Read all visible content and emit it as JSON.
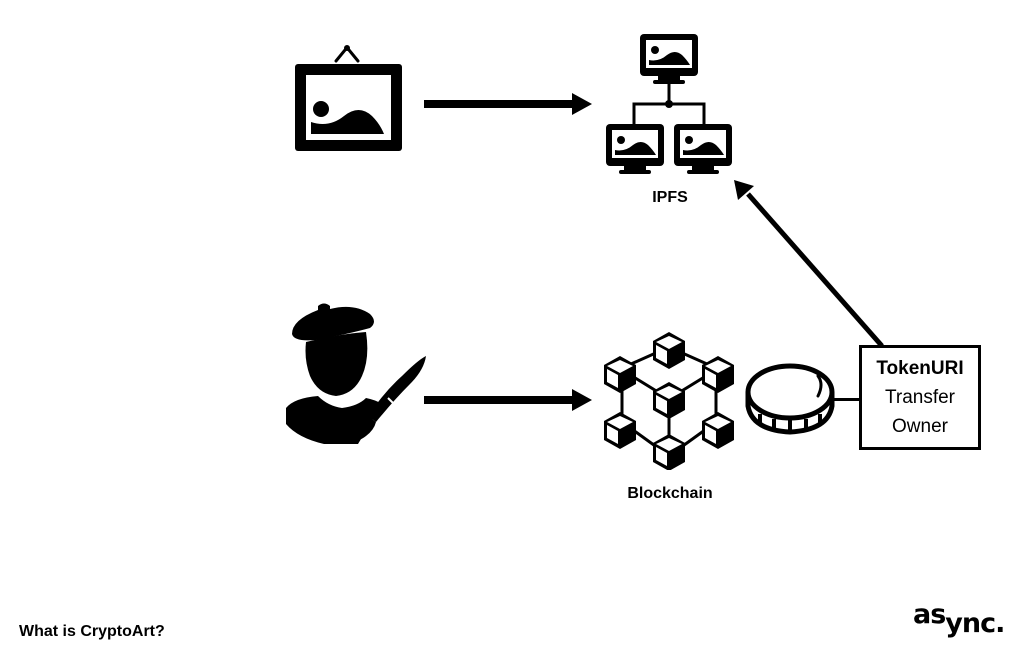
{
  "diagram": {
    "title": "What is CryptoArt?",
    "brand": {
      "part1": "as",
      "part2": "ync."
    },
    "nodes": {
      "artwork": {
        "icon": "framed-picture-icon"
      },
      "ipfs": {
        "label": "IPFS",
        "icon": "ipfs-network-icon"
      },
      "artist": {
        "icon": "artist-painter-icon"
      },
      "blockchain": {
        "label": "Blockchain",
        "icon": "blockchain-cubes-icon"
      },
      "token": {
        "icon": "coin-icon"
      },
      "metadata": {
        "lines": [
          "TokenURI",
          "Transfer",
          "Owner"
        ]
      }
    },
    "edges": [
      {
        "from": "artwork",
        "to": "ipfs"
      },
      {
        "from": "artist",
        "to": "blockchain"
      },
      {
        "from": "metadata",
        "to": "ipfs"
      },
      {
        "from": "token",
        "to": "metadata"
      }
    ],
    "colors": {
      "ink": "#000000",
      "background": "#ffffff"
    }
  }
}
